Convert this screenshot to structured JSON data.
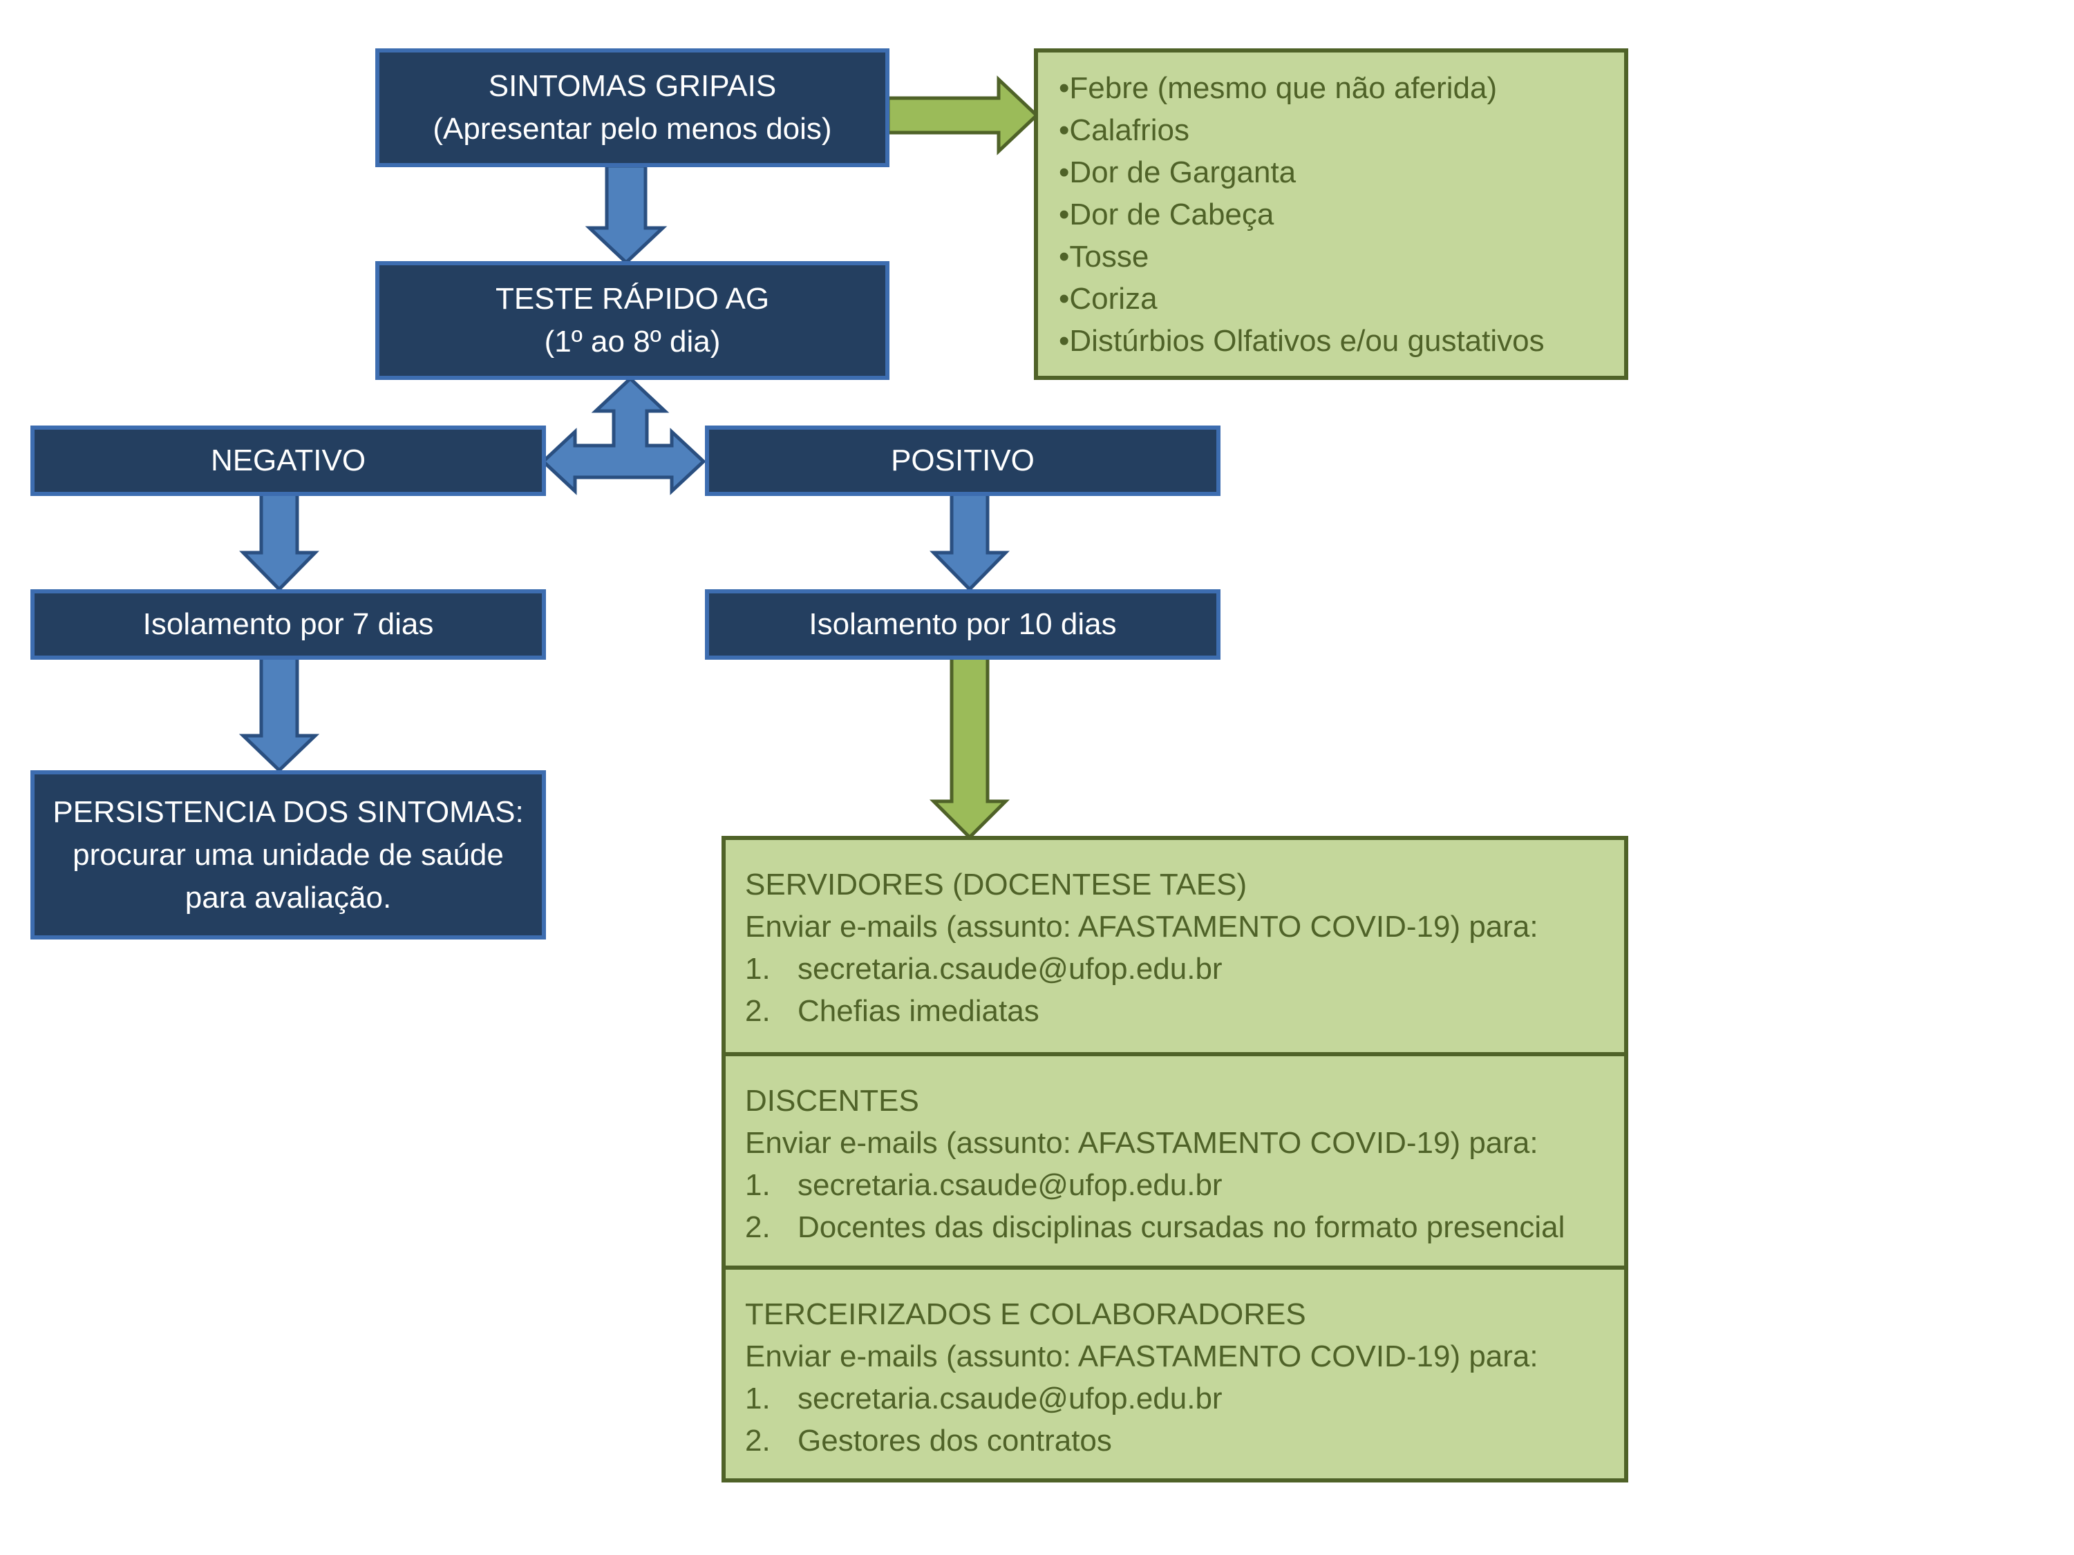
{
  "symptoms_box": {
    "title": "SINTOMAS GRIPAIS",
    "subtitle": "(Apresentar pelo menos dois)"
  },
  "symptoms_list": [
    "•Febre (mesmo que não aferida)",
    "•Calafrios",
    "•Dor de Garganta",
    "•Dor de Cabeça",
    "•Tosse",
    "•Coriza",
    "•Distúrbios Olfativos e/ou gustativos"
  ],
  "test_box": {
    "title": "TESTE RÁPIDO AG",
    "subtitle": "(1º ao 8º dia)"
  },
  "negative_box": {
    "label": "NEGATIVO"
  },
  "positive_box": {
    "label": "POSITIVO"
  },
  "negative_isolation": {
    "label": "Isolamento por 7 dias"
  },
  "positive_isolation": {
    "label": "Isolamento por 10 dias"
  },
  "persistence_box": {
    "line1": "PERSISTENCIA DOS SINTOMAS:",
    "line2": "procurar uma unidade de saúde",
    "line3": "para avaliação."
  },
  "notification_sections": [
    {
      "heading": "SERVIDORES (DOCENTESE TAES)",
      "instruction": "Enviar e-mails (assunto: AFASTAMENTO COVID-19) para:",
      "items": [
        {
          "num": "1.",
          "text": "secretaria.csaude@ufop.edu.br"
        },
        {
          "num": "2.",
          "text": "Chefias imediatas"
        }
      ]
    },
    {
      "heading": "DISCENTES",
      "instruction": "Enviar e-mails (assunto: AFASTAMENTO COVID-19) para:",
      "items": [
        {
          "num": "1.",
          "text": "secretaria.csaude@ufop.edu.br"
        },
        {
          "num": "2.",
          "text": "Docentes das disciplinas cursadas no formato presencial"
        }
      ]
    },
    {
      "heading": "TERCEIRIZADOS E COLABORADORES",
      "instruction": "Enviar e-mails (assunto: AFASTAMENTO COVID-19) para:",
      "items": [
        {
          "num": "1.",
          "text": "secretaria.csaude@ufop.edu.br"
        },
        {
          "num": "2.",
          "text": "Gestores dos contratos"
        }
      ]
    }
  ],
  "colors": {
    "dark_fill": "#243f60",
    "dark_border": "#3d6db0",
    "green_fill": "#c4d79b",
    "green_border": "#4f6228",
    "blue_arrow": "#4f81bd",
    "green_arrow": "#9bbb59"
  }
}
